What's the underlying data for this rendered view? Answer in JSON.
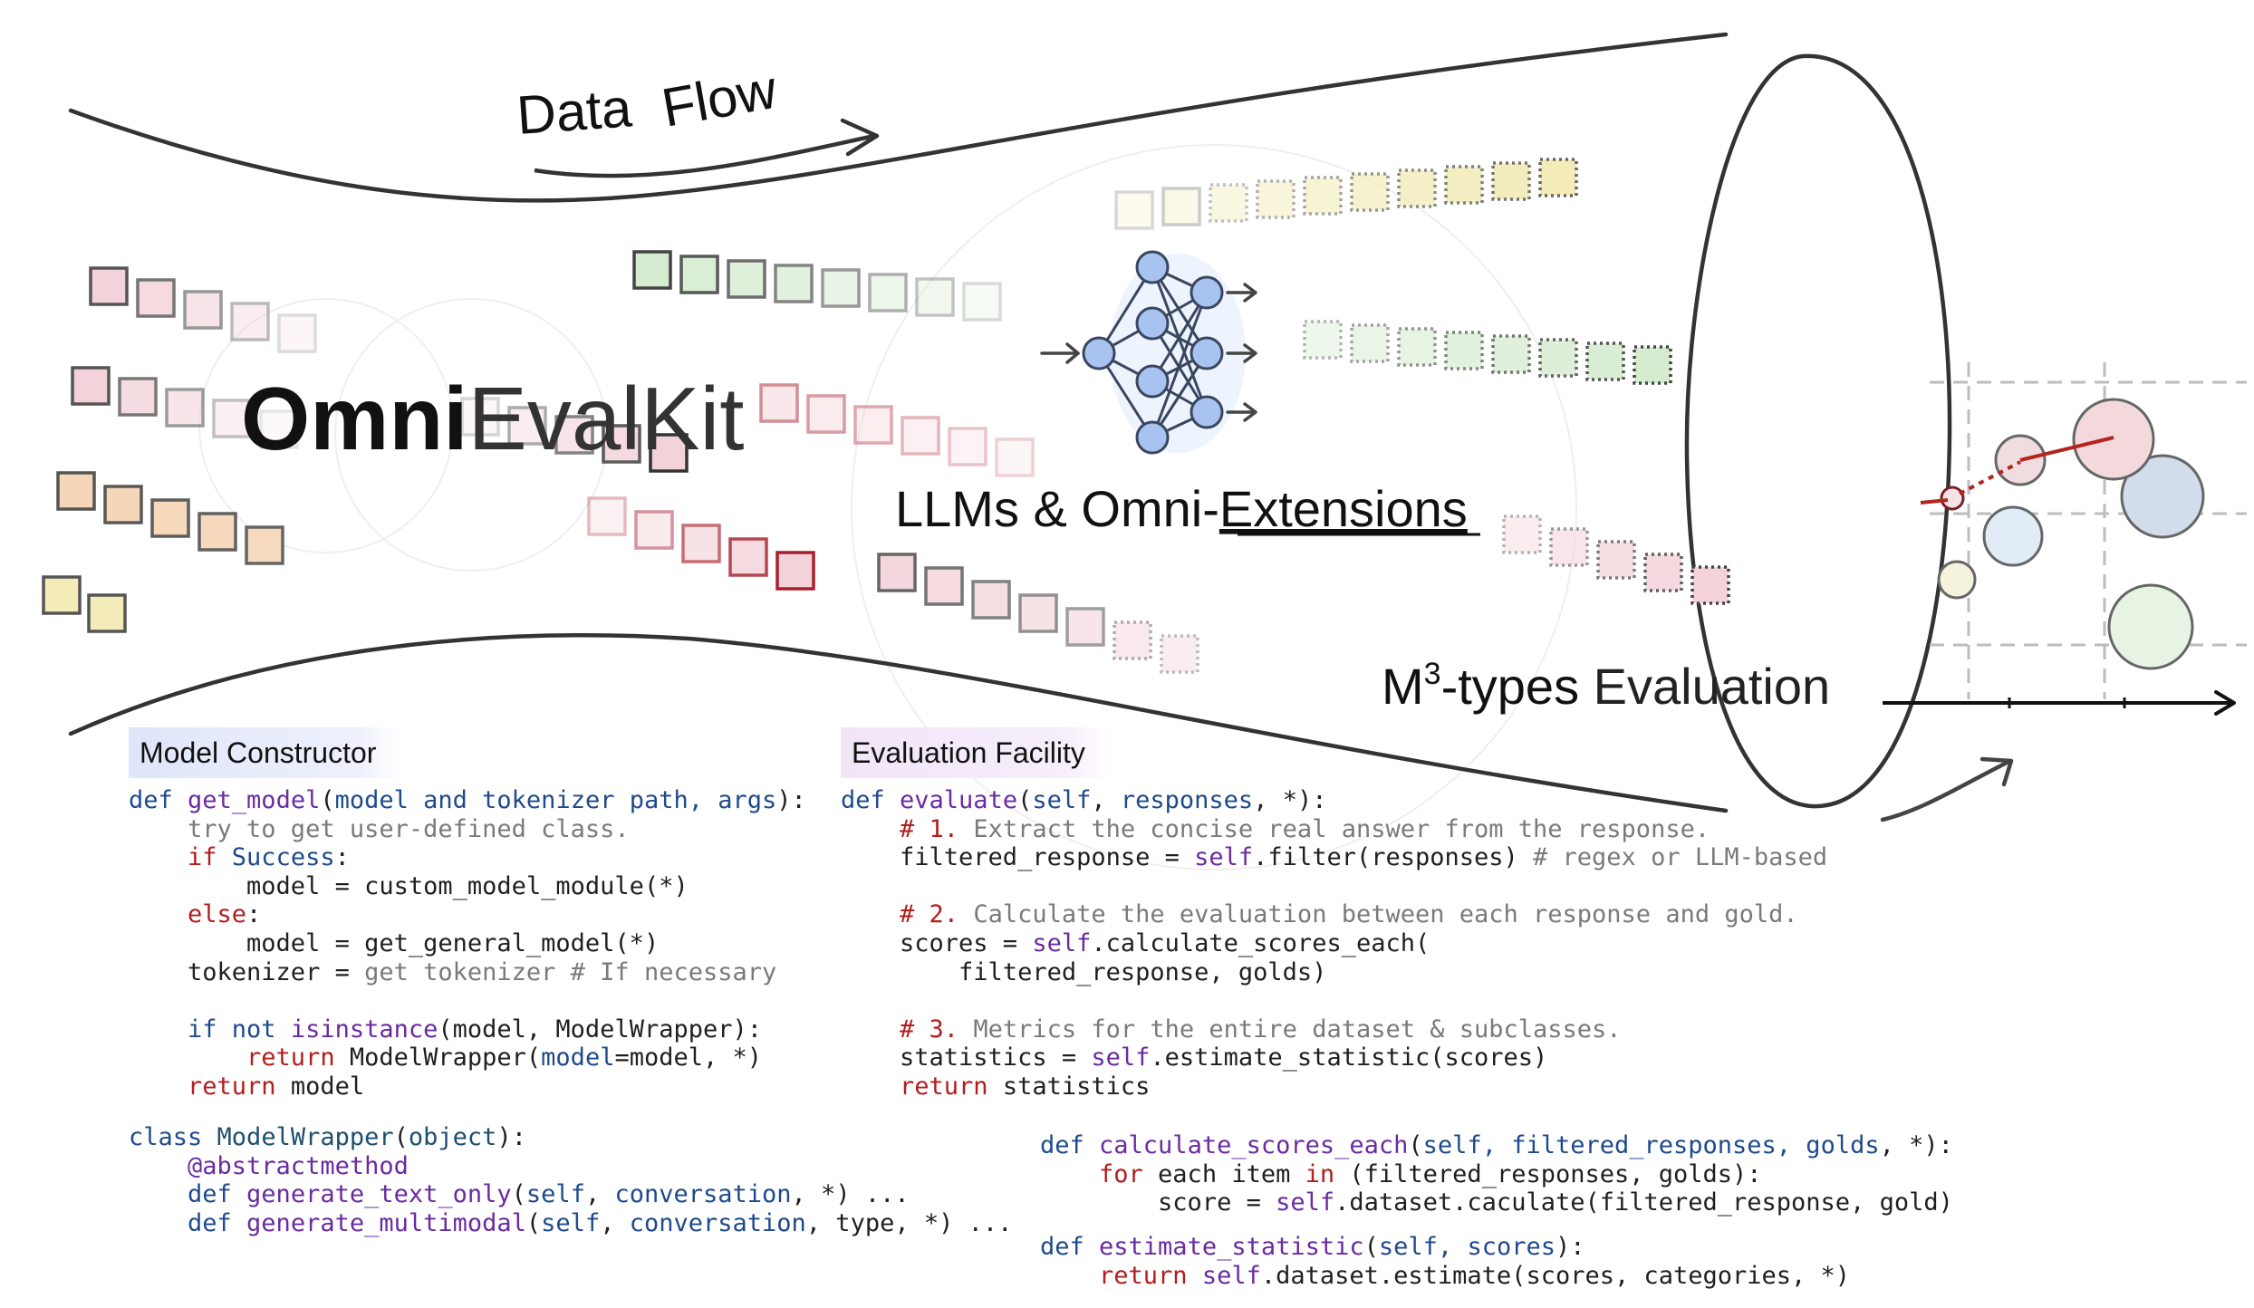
{
  "labels": {
    "data_flow_1": "Data",
    "data_flow_2": "Flow",
    "logo_bold": "Omni",
    "logo_light": "EvalKit",
    "llm_prefix": "LLMs & Omni-",
    "llm_underlined": "Extensions",
    "m3_prefix": "M",
    "m3_sup": "3",
    "m3_bold": "-types",
    "m3_light": " Evaluation"
  },
  "colors": {
    "pink": "#f3d3d9",
    "pink_stroke": "#a8202e",
    "orange": "#f6d6b8",
    "yellow": "#f3ecb8",
    "green": "#d6ecd0",
    "red_line": "#b3261e"
  },
  "panels": {
    "model_constructor": {
      "title": "Model Constructor",
      "lines": [
        [
          [
            "kw",
            "def "
          ],
          [
            "fn",
            "get_model"
          ],
          [
            "",
            "("
          ],
          [
            "kw",
            "model and tokenizer path, args"
          ],
          [
            "",
            "):"
          ]
        ],
        [
          [
            "cm",
            "    try to get user-defined class."
          ]
        ],
        [
          [
            "kr",
            "    if "
          ],
          [
            "kw",
            "Success"
          ],
          [
            "",
            ":"
          ]
        ],
        [
          [
            "",
            "        model = custom_model_module(*)"
          ]
        ],
        [
          [
            "kr",
            "    else"
          ],
          [
            "",
            ":"
          ]
        ],
        [
          [
            "",
            "        model = get_general_model(*)"
          ]
        ],
        [
          [
            "",
            "    tokenizer = "
          ],
          [
            "cm",
            "get tokenizer # If necessary"
          ]
        ],
        [],
        [
          [
            "kw",
            "    if not "
          ],
          [
            "fn",
            "isinstance"
          ],
          [
            "",
            "(model, ModelWrapper):"
          ]
        ],
        [
          [
            "kr",
            "        return "
          ],
          [
            "",
            "ModelWrapper("
          ],
          [
            "kw",
            "model"
          ],
          [
            "",
            "=model, *)"
          ]
        ],
        [
          [
            "kr",
            "    return "
          ],
          [
            "",
            "model"
          ]
        ]
      ],
      "lines2": [
        [
          [
            "kw",
            "class "
          ],
          [
            "cls",
            "ModelWrapper"
          ],
          [
            "",
            "("
          ],
          [
            "cls",
            "object"
          ],
          [
            "",
            "):"
          ]
        ],
        [
          [
            "fn",
            "    @abstractmethod"
          ]
        ],
        [
          [
            "kw",
            "    def "
          ],
          [
            "fn",
            "generate_text_only"
          ],
          [
            "",
            "("
          ],
          [
            "kw",
            "self"
          ],
          [
            "",
            ", "
          ],
          [
            "kw",
            "conversation"
          ],
          [
            "",
            ", *) ..."
          ]
        ],
        [
          [
            "kw",
            "    def "
          ],
          [
            "fn",
            "generate_multimodal"
          ],
          [
            "",
            "("
          ],
          [
            "kw",
            "self"
          ],
          [
            "",
            ", "
          ],
          [
            "kw",
            "conversation"
          ],
          [
            "",
            ", type, *) ..."
          ]
        ]
      ]
    },
    "evaluation_facility": {
      "title": "Evaluation Facility",
      "lines": [
        [
          [
            "kw",
            "def "
          ],
          [
            "fn",
            "evaluate"
          ],
          [
            "",
            "("
          ],
          [
            "kw",
            "self"
          ],
          [
            "",
            ", "
          ],
          [
            "kw",
            "responses"
          ],
          [
            "",
            ", *):"
          ]
        ],
        [
          [
            "",
            "    "
          ],
          [
            "kr",
            "# 1."
          ],
          [
            "cm",
            " Extract the concise real answer from the response."
          ]
        ],
        [
          [
            "",
            "    filtered_response = "
          ],
          [
            "fn",
            "self"
          ],
          [
            "",
            ".filter(responses) "
          ],
          [
            "cm",
            "# regex or LLM-based"
          ]
        ],
        [],
        [
          [
            "",
            "    "
          ],
          [
            "kr",
            "# 2."
          ],
          [
            "cm",
            " Calculate the evaluation between each response and gold."
          ]
        ],
        [
          [
            "",
            "    scores = "
          ],
          [
            "fn",
            "self"
          ],
          [
            "",
            ".calculate_scores_each("
          ]
        ],
        [
          [
            "",
            "        filtered_response, golds)"
          ]
        ],
        [],
        [
          [
            "",
            "    "
          ],
          [
            "kr",
            "# 3."
          ],
          [
            "cm",
            " Metrics for the entire dataset & subclasses."
          ]
        ],
        [
          [
            "",
            "    statistics = "
          ],
          [
            "fn",
            "self"
          ],
          [
            "",
            ".estimate_statistic(scores)"
          ]
        ],
        [
          [
            "kr",
            "    return "
          ],
          [
            "",
            "statistics"
          ]
        ]
      ],
      "lines2": [
        [
          [
            "kw",
            "def "
          ],
          [
            "fn",
            "calculate_scores_each"
          ],
          [
            "",
            "("
          ],
          [
            "kw",
            "self, filtered_responses, golds"
          ],
          [
            "",
            ", *):"
          ]
        ],
        [
          [
            "kr",
            "    for "
          ],
          [
            "",
            "each item "
          ],
          [
            "kr",
            "in "
          ],
          [
            "",
            "(filtered_responses, golds):"
          ]
        ],
        [
          [
            "",
            "        score = "
          ],
          [
            "fn",
            "self"
          ],
          [
            "",
            ".dataset.caculate(filtered_response, gold)"
          ]
        ]
      ],
      "lines3": [
        [
          [
            "kw",
            "def "
          ],
          [
            "fn",
            "estimate_statistic"
          ],
          [
            "",
            "("
          ],
          [
            "kw",
            "self, scores"
          ],
          [
            "",
            "):"
          ]
        ],
        [
          [
            "kr",
            "    return "
          ],
          [
            "fn",
            "self"
          ],
          [
            "",
            ".dataset.estimate(scores, categories, *)"
          ]
        ]
      ]
    }
  }
}
